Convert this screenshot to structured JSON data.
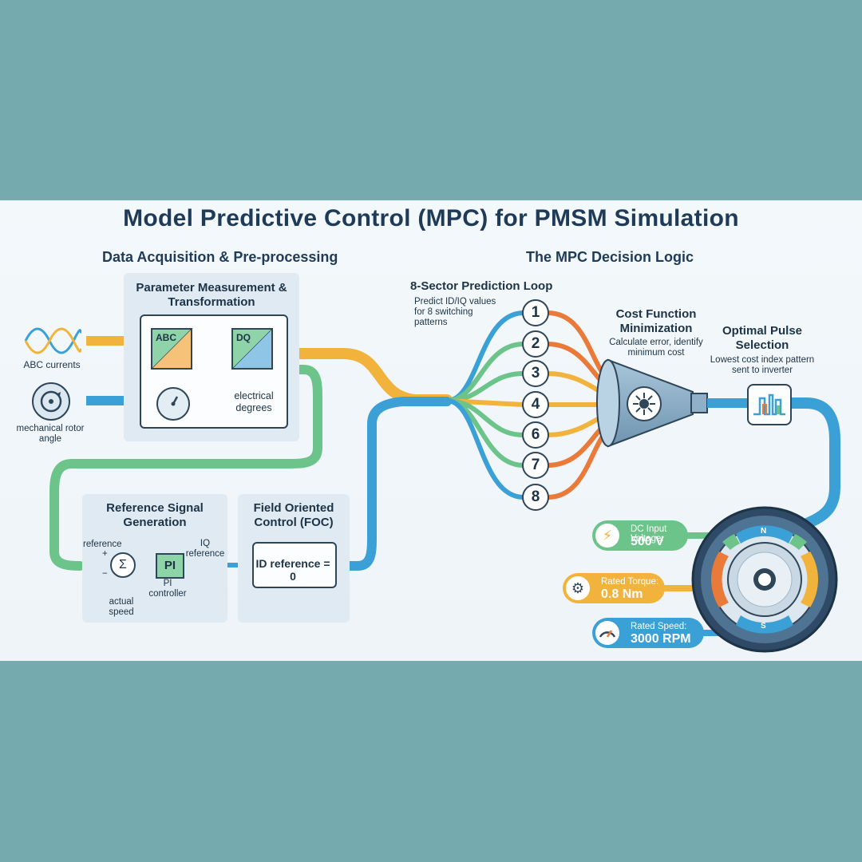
{
  "title": "Model Predictive Control (MPC) for PMSM Simulation",
  "sections": {
    "left": "Data Acquisition & Pre-processing",
    "right": "The MPC Decision Logic"
  },
  "inputs": {
    "abc_currents": "ABC currents",
    "rotor_angle": "mechanical rotor angle"
  },
  "measurement": {
    "heading": "Parameter Measurement & Transformation",
    "abc_block": "ABC",
    "dq_block": "DQ",
    "electrical": "electrical degrees"
  },
  "reference": {
    "heading": "Reference Signal Generation",
    "reference_label": "reference",
    "plus": "+",
    "minus": "−",
    "sum_symbol": "Σ",
    "pi_block": "PI",
    "pi_caption": "PI controller",
    "actual_speed": "actual speed",
    "iq_reference": "IQ reference"
  },
  "foc": {
    "heading": "Field Oriented Control (FOC)",
    "id_eq": "ID reference = 0"
  },
  "prediction": {
    "heading": "8-Sector Prediction Loop",
    "caption": "Predict ID/IQ values for 8 switching patterns",
    "sectors": [
      "1",
      "2",
      "3",
      "4",
      "6",
      "7",
      "8"
    ]
  },
  "cost": {
    "heading": "Cost Function Minimization",
    "caption": "Calculate error, identify minimum cost"
  },
  "pulse": {
    "heading": "Optimal Pulse Selection",
    "caption": "Lowest cost index pattern sent to inverter"
  },
  "specs": [
    {
      "label": "DC Input Voltage:",
      "value": "500 V",
      "icon": "lightning-icon",
      "color": "#6cc48a"
    },
    {
      "label": "Rated Torque:",
      "value": "0.8 Nm",
      "icon": "gear-icon",
      "color": "#f2b33d"
    },
    {
      "label": "Rated Speed:",
      "value": "3000 RPM",
      "icon": "speedometer-icon",
      "color": "#3aa0d6"
    }
  ],
  "motor": {
    "north": "N",
    "south": "S"
  },
  "colors": {
    "blue": "#3aa0d6",
    "green": "#6cc48a",
    "yellow": "#f2b33d",
    "orange": "#ea7a3a",
    "teal_bg": "#75aaae"
  }
}
